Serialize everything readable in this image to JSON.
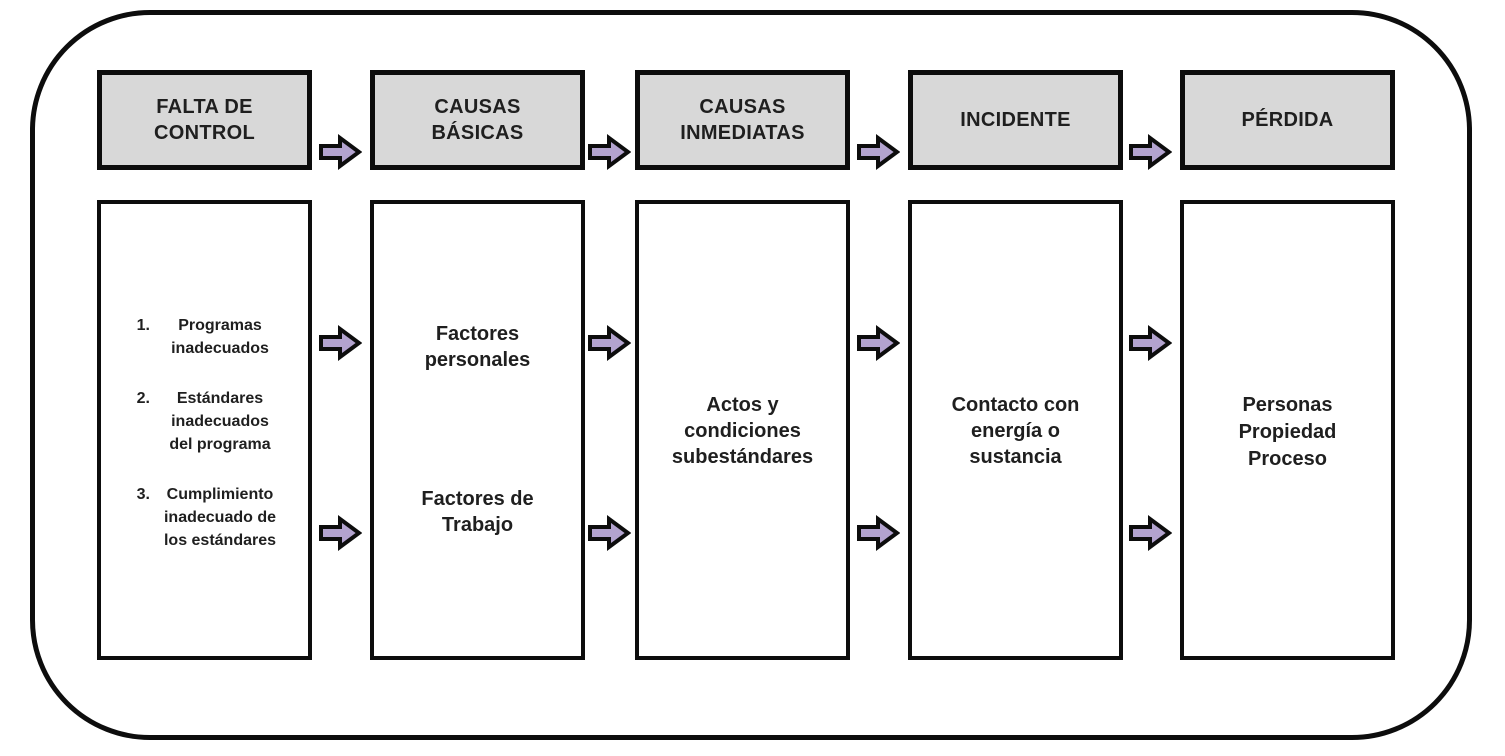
{
  "colors": {
    "arrow_fill": "#b3a3cf",
    "header_fill": "#d8d8d8",
    "border": "#0d0d0d",
    "canvas_bg": "#ffffff"
  },
  "icons": {
    "arrow": "right-block-arrow"
  },
  "columns": [
    {
      "header": "FALTA DE CONTROL",
      "list": [
        {
          "marker": "1.",
          "text": "Programas inadecuados"
        },
        {
          "marker": "2.",
          "text": "Estándares inadecuados del programa"
        },
        {
          "marker": "3.",
          "text": "Cumplimiento inadecuado de los estándares"
        }
      ]
    },
    {
      "header": "CAUSAS BÁSICAS",
      "labels": [
        "Factores personales",
        "Factores de Trabajo"
      ]
    },
    {
      "header": "CAUSAS INMEDIATAS",
      "label": "Actos y condiciones subestándares"
    },
    {
      "header": "INCIDENTE",
      "label": "Contacto con energía o sustancia"
    },
    {
      "header": "PÉRDIDA",
      "lines": [
        "Personas",
        "Propiedad",
        "Proceso"
      ]
    }
  ]
}
